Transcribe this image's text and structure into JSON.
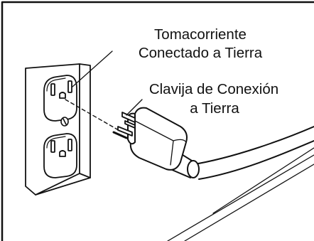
{
  "labels": {
    "outlet_line1": "Tomacorriente",
    "outlet_line2": "Conectado a Tierra",
    "plug_line1": "Clavija de Conexión",
    "plug_line2": "a Tierra"
  },
  "colors": {
    "line": "#111111",
    "fill": "#ffffff"
  }
}
